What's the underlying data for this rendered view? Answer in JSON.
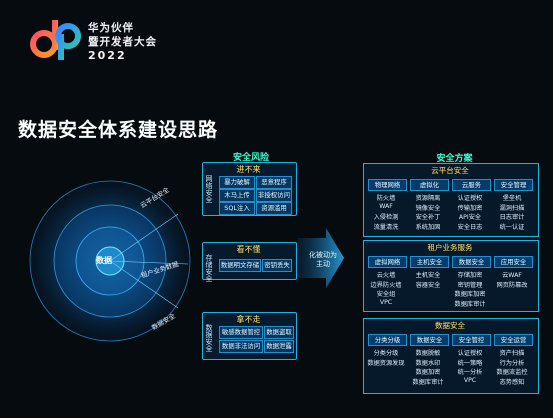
{
  "header": {
    "brand_line1": "华为伙伴",
    "brand_line2": "暨开发者大会",
    "brand_year": "2022"
  },
  "page_title": "数据安全体系建设思路",
  "radar": {
    "center_label": "数据",
    "ring_labels": [
      "云平台安全",
      "租户业务数据",
      "数据安全"
    ]
  },
  "risk": {
    "title": "安全风险",
    "groups": [
      {
        "subtitle": "进不来",
        "side_label": "网络安全",
        "chips": [
          "暴力破解",
          "恶意程序",
          "木马上传",
          "非授权访问",
          "SQL注入",
          "资源滥用"
        ]
      },
      {
        "subtitle": "看不懂",
        "side_label": "存储安全",
        "chips": [
          "数据明文存储",
          "密钥丢失"
        ]
      },
      {
        "subtitle": "拿不走",
        "side_label": "数据安全",
        "chips": [
          "敏感数据管控",
          "数据盗取",
          "数据非法访问",
          "数据泄露"
        ]
      }
    ]
  },
  "arrow_text": "化被动为主动",
  "solution": {
    "title": "安全方案",
    "sections": [
      {
        "name": "云平台安全",
        "tabs": [
          "物理网络",
          "虚拟化",
          "云服务",
          "安全管理"
        ],
        "rows": [
          [
            "防火墙",
            "资源隔离",
            "认证授权",
            "堡垒机"
          ],
          [
            "WAF",
            "镜像安全",
            "传输加密",
            "漏洞扫描"
          ],
          [
            "入侵检测",
            "安全补丁",
            "API安全",
            "日志审计"
          ],
          [
            "流量清洗",
            "系统加固",
            "安全日志",
            "统一认证"
          ]
        ]
      },
      {
        "name": "租户业务服务",
        "tabs": [
          "虚拟网络",
          "主机安全",
          "数据安全",
          "应用安全"
        ],
        "rows": [
          [
            "云火墙",
            "主机安全",
            "存储加密",
            "云WAF"
          ],
          [
            "边界防火墙",
            "容器安全",
            "密钥管理",
            "网页防篡改"
          ],
          [
            "安全组",
            "",
            "数据库加密",
            ""
          ],
          [
            "VPC",
            "",
            "数据库审计",
            ""
          ]
        ]
      },
      {
        "name": "数据安全",
        "tabs": [
          "分类分级",
          "数据安全",
          "安全管控",
          "安全运营"
        ],
        "rows": [
          [
            "分类分级",
            "数据脱敏",
            "认证授权",
            "资产扫描"
          ],
          [
            "数据资源发现",
            "数据水印",
            "统一策略",
            "行为分析"
          ],
          [
            "",
            "数据加密",
            "统一分析",
            "数据流监控"
          ],
          [
            "",
            "数据库审计",
            "VPC",
            "态势感知"
          ]
        ]
      }
    ]
  },
  "colors": {
    "accent_green": "#33ffd2",
    "accent_yellow": "#ffe066",
    "border_blue": "#1ab3e6",
    "background": "#060b10"
  }
}
